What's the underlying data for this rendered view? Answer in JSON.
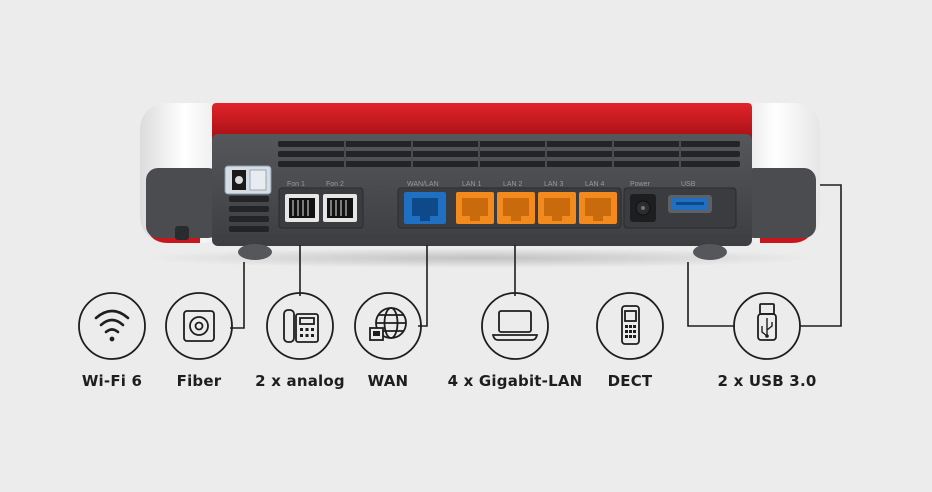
{
  "features": [
    {
      "id": "wifi",
      "label": "Wi-Fi 6",
      "icon": "wifi-icon"
    },
    {
      "id": "fiber",
      "label": "Fiber",
      "icon": "fiber-port-icon"
    },
    {
      "id": "analog",
      "label": "2 x analog",
      "icon": "analog-phone-icon"
    },
    {
      "id": "wan",
      "label": "WAN",
      "icon": "wan-globe-icon"
    },
    {
      "id": "lan",
      "label": "4 x Gigabit-LAN",
      "icon": "laptop-icon"
    },
    {
      "id": "dect",
      "label": "DECT",
      "icon": "cordless-phone-icon"
    },
    {
      "id": "usb",
      "label": "2 x USB 3.0",
      "icon": "usb-icon"
    }
  ],
  "ports": {
    "fon1": "Fon 1",
    "fon2": "Fon 2",
    "wanlan": "WAN/LAN",
    "lan1": "LAN 1",
    "lan2": "LAN 2",
    "lan3": "LAN 3",
    "lan4": "LAN 4",
    "power": "Power",
    "usb": "USB"
  },
  "colors": {
    "background": "#ececec",
    "router_red": "#c8161d",
    "router_body": "#4a4c50",
    "wan_port": "#1f6fc2",
    "lan_port": "#f28a1e",
    "icon_stroke": "#1e1e1e"
  }
}
